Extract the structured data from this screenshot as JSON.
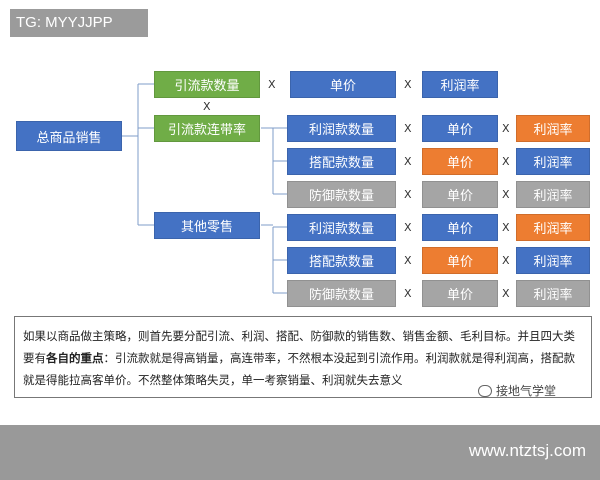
{
  "watermark": "TG: MYYJJPP",
  "root": "总商品销售",
  "op": "X",
  "level1": {
    "traffic_qty": "引流款数量",
    "traffic_rate": "引流款连带率",
    "other": "其他零售"
  },
  "unit_price": "单价",
  "profit_rate": "利润率",
  "rows": {
    "profit_qty": "利润款数量",
    "match_qty": "搭配款数量",
    "defense_qty": "防御款数量"
  },
  "note": {
    "part1": "如果以商品做主策略，则首先要分配引流、利润、搭配、防御款的销售数、销售金额、毛利目标。并且四大类要有",
    "bold": "各自的重点",
    "part2": "：引流款就是得高销量，高连带率，不然根本没起到引流作用。利润款就是得利润高，搭配款就是得能拉高客单价。不然整体策略失灵，单一考察销量、利润就失去意义"
  },
  "brand": "接地气学堂",
  "url": "www.ntztsj.com",
  "colors": {
    "blue": "#4472c4",
    "green": "#70ad47",
    "orange": "#ed7d31",
    "gray": "#a5a5a5"
  }
}
